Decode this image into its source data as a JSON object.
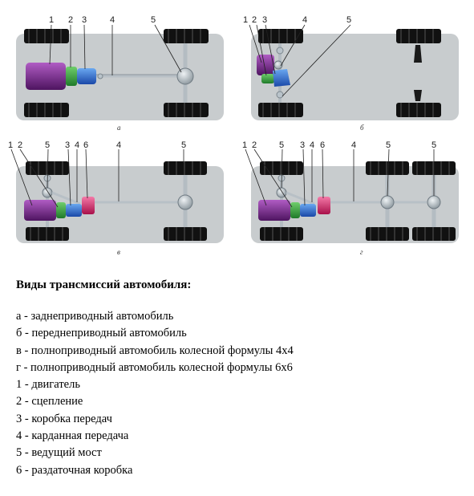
{
  "figure": {
    "callouts": [
      "1",
      "2",
      "3",
      "4",
      "5",
      "6"
    ],
    "panel_captions": [
      "а",
      "б",
      "в",
      "г"
    ],
    "colors": {
      "engine": "#7a2a8e",
      "clutch": "#3aa04a",
      "gearbox": "#2f6fd0",
      "transfer_case": "#d8246a",
      "chassis": "#c8ccce"
    }
  },
  "legend": {
    "title": "Виды трансмиссий автомобиля:",
    "items": [
      "а - заднеприводный автомобиль",
      "б - переднеприводный автомобиль",
      "в - полноприводный автомобиль колесной формулы 4х4",
      "г - полноприводный автомобиль колесной формулы 6х6",
      "1 - двигатель",
      "2 - сцепление",
      "3 - коробка передач",
      "4 - карданная передача",
      "5 - ведущий мост",
      "6 - раздаточная коробка"
    ]
  }
}
